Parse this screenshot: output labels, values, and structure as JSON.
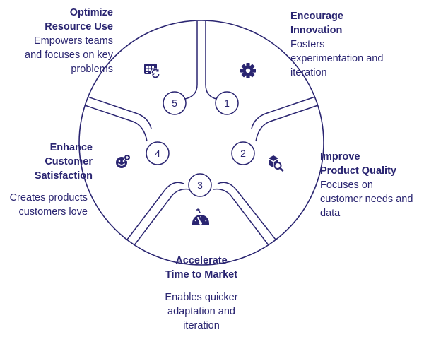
{
  "colors": {
    "ink": "#2a2571",
    "background": "#ffffff"
  },
  "segments": [
    {
      "number": "5",
      "title_lines": [
        "Optimize",
        "Resource Use"
      ],
      "desc_lines": [
        "Empowers teams",
        "and focuses on key",
        "problems"
      ],
      "icon": "calendar-refresh-icon"
    },
    {
      "number": "1",
      "title_lines": [
        "Encourage",
        "Innovation"
      ],
      "desc_lines": [
        "Fosters",
        "experimentation and",
        "iteration"
      ],
      "icon": "gear-icon"
    },
    {
      "number": "2",
      "title_lines": [
        "Improve",
        "Product Quality"
      ],
      "desc_lines": [
        "Focuses on",
        "customer needs and",
        "data"
      ],
      "icon": "box-search-icon"
    },
    {
      "number": "3",
      "title_lines": [
        "Accelerate",
        "Time to Market"
      ],
      "desc_lines": [
        "Enables quicker",
        "adaptation and",
        "iteration"
      ],
      "icon": "speedometer-icon"
    },
    {
      "number": "4",
      "title_lines": [
        "Enhance",
        "Customer",
        "Satisfaction"
      ],
      "desc_lines": [
        "Creates products",
        "customers love"
      ],
      "icon": "smiley-add-icon"
    }
  ]
}
